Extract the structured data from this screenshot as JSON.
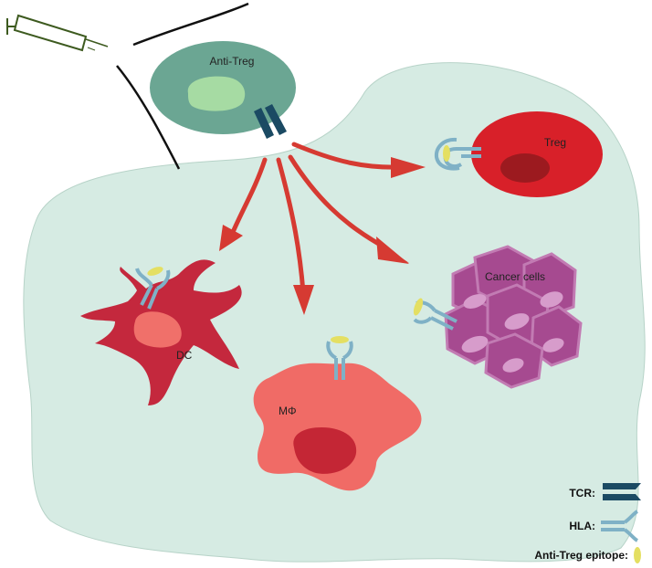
{
  "cells": {
    "anti_treg": "Anti-Treg",
    "treg": "Treg",
    "dc": "DC",
    "macrophage": "MΦ",
    "cancer": "Cancer cells"
  },
  "legend": {
    "tcr": "TCR:",
    "hla": "HLA:",
    "epitope": "Anti-Treg epitope:"
  },
  "colors": {
    "tissue": "#d6ebe3",
    "anti_treg_cell": "#6ba693",
    "anti_treg_nucleus": "#a6dba3",
    "tcr": "#1b4a63",
    "hla": "#7fb1c6",
    "epitope": "#e4df62",
    "arrow": "#d63a32",
    "treg_cell": "#d82029",
    "treg_nucleus": "#9c1a1f",
    "dc_cell": "#c4283d",
    "dc_nucleus": "#f0706a",
    "macrophage_cell": "#f06b66",
    "macrophage_nucleus": "#c42635",
    "cancer_cell": "#a64a90",
    "cancer_nucleus": "#d79ccb",
    "syringe": "#3d5a1f"
  },
  "icons": [
    "syringe-icon",
    "tcr-icon",
    "hla-icon",
    "epitope-icon"
  ]
}
